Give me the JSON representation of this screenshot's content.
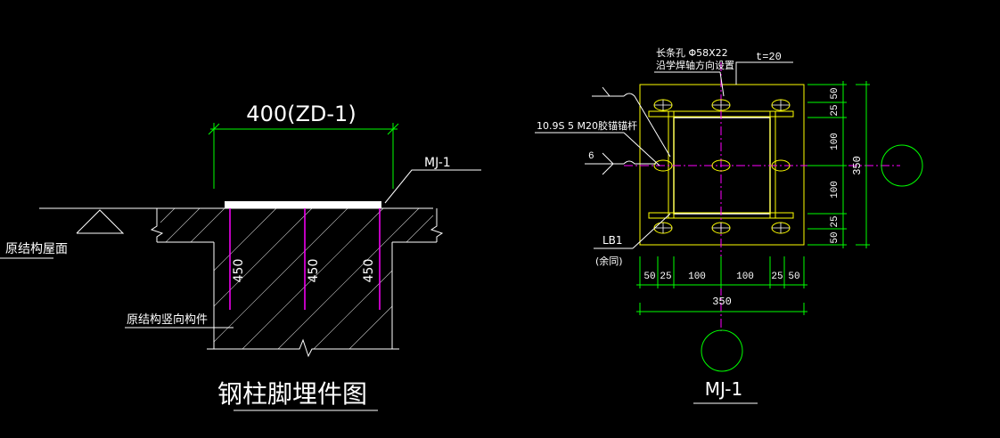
{
  "left_view": {
    "dim_label": "400(ZD-1)",
    "leader_label": "MJ-1",
    "roof_label": "原结构屋面",
    "member_label": "原结构竖向构件",
    "rebar_depth_labels": [
      "450",
      "450",
      "450"
    ],
    "title": "钢柱脚埋件图"
  },
  "right_view": {
    "slot_note_line1": "长条孔 Φ58X22",
    "slot_note_line2": "沿学焊轴方向设置",
    "plate_thickness": "t=20",
    "anchor_bolt_label": "10.9S 5 M20胶锚锚杆",
    "weld_size": "6",
    "lb_label": "LB1",
    "lb_note": "(余同)",
    "bottom_dims": [
      "50",
      "25",
      "100",
      "100",
      "25",
      "50"
    ],
    "overall_width": "350",
    "right_dims": [
      "50",
      "25",
      "100",
      "100",
      "25",
      "50"
    ],
    "overall_height": "350",
    "title": "MJ-1"
  },
  "colors": {
    "background": "#000000",
    "plate": "#FFFF00",
    "dimension": "#00FF00",
    "axis": "#FF00FF",
    "text": "#FFFFFF",
    "bolt": "#FFFF00"
  }
}
